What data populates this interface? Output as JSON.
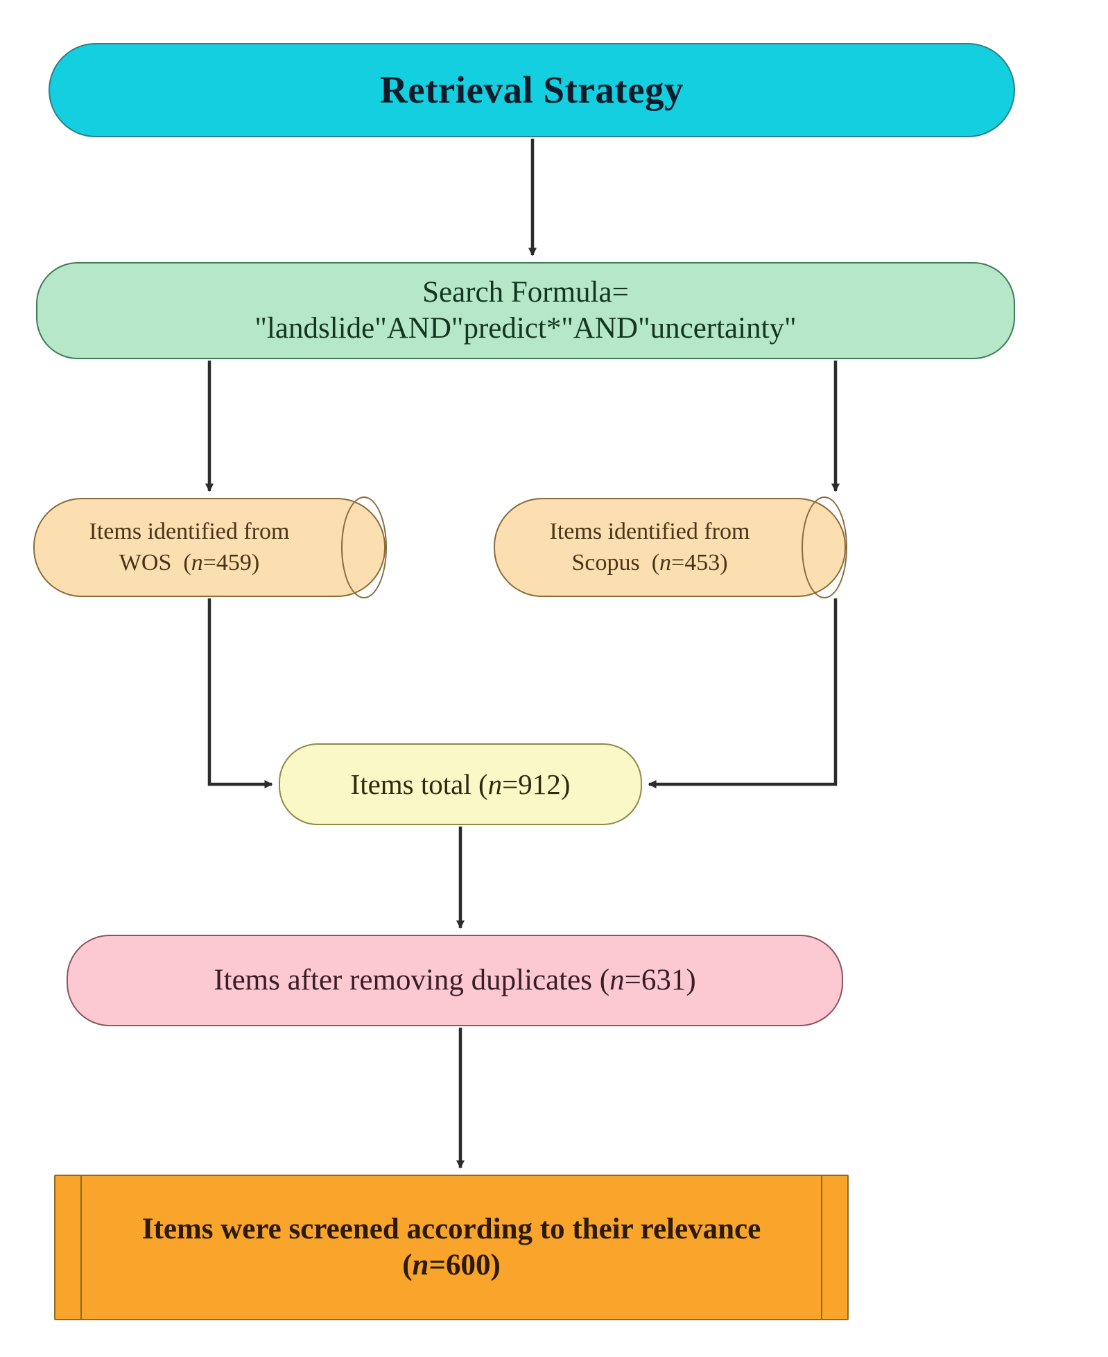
{
  "diagram": {
    "title": "Retrieval Strategy",
    "type": "flowchart",
    "orientation": "top-to-bottom"
  },
  "nodes": {
    "title_box": {
      "label": "Retrieval Strategy",
      "shape": "rounded-terminator",
      "fill": "#14cfe0",
      "border": "#2f7f86"
    },
    "search_formula": {
      "line1": "Search Formula=",
      "line2": "\"landslide\"AND\"predict*\"AND\"uncertainty\"",
      "shape": "rounded-rectangle",
      "fill": "#b6e7c9",
      "border": "#3f7a57"
    },
    "wos": {
      "line1": "Items identified from",
      "source": "WOS",
      "count_prefix": "(",
      "count_var": "n",
      "count_value": "=459)",
      "line2": "WOS  (n=459)",
      "shape": "cylinder",
      "fill": "#fbdfb0",
      "border": "#8a6a3c"
    },
    "scopus": {
      "line1": "Items identified from",
      "source": "Scopus",
      "count_var": "n",
      "count_value": "=453)",
      "line2": "Scopus  (n=453)",
      "shape": "cylinder",
      "fill": "#fbdfb0",
      "border": "#8a6a3c"
    },
    "items_total": {
      "prefix": "Items  total (",
      "count_var": "n",
      "suffix": "=912)",
      "full": "Items  total (n=912)",
      "shape": "rounded-rectangle",
      "fill": "#fbf8c8",
      "border": "#8d8a4a"
    },
    "after_duplicates": {
      "prefix": "Items after removing duplicates (",
      "count_var": "n",
      "suffix": "=631)",
      "full": "Items after removing duplicates (n=631)",
      "shape": "rounded-rectangle",
      "fill": "#fcc9d3",
      "border": "#8a5560"
    },
    "screened": {
      "line1": "Items were screened according to their relevance",
      "line2_prefix": "(",
      "count_var": "n",
      "line2_suffix": "=600)",
      "line2": "(n=600)",
      "shape": "predefined-process",
      "fill": "#f9a52c",
      "border": "#8a6a2c"
    }
  },
  "counts": {
    "wos": 459,
    "scopus": 453,
    "total": 912,
    "after_duplicates": 631,
    "screened": 600
  },
  "edges": [
    {
      "from": "title_box",
      "to": "search_formula",
      "style": "straight-arrow-down"
    },
    {
      "from": "search_formula",
      "to": "wos",
      "style": "straight-arrow-down"
    },
    {
      "from": "search_formula",
      "to": "scopus",
      "style": "straight-arrow-down"
    },
    {
      "from": "wos",
      "to": "items_total",
      "style": "elbow-arrow-right"
    },
    {
      "from": "scopus",
      "to": "items_total",
      "style": "elbow-arrow-left"
    },
    {
      "from": "items_total",
      "to": "after_duplicates",
      "style": "straight-arrow-down"
    },
    {
      "from": "after_duplicates",
      "to": "screened",
      "style": "straight-arrow-down"
    }
  ],
  "colors": {
    "arrow": "#2b2b2b",
    "background": "#ffffff"
  }
}
